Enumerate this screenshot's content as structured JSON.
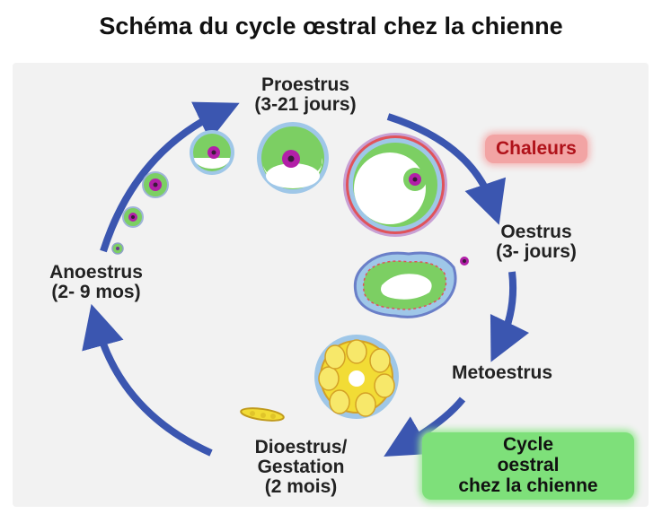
{
  "title": "Schéma du cycle œstral chez la chienne",
  "stages": {
    "proestrus": {
      "name": "Proestrus",
      "duration": "(3-21 jours)"
    },
    "oestrus": {
      "name": "Oestrus",
      "duration": "(3- jours)"
    },
    "metoestrus": {
      "name": "Metoestrus"
    },
    "dioestrus": {
      "name": "Dioestrus/",
      "name2": "Gestation",
      "duration": "(2 mois)"
    },
    "anoestrus": {
      "name": "Anoestrus",
      "duration": "(2- 9 mos)"
    }
  },
  "badges": {
    "chaleurs": "Chaleurs",
    "cycle_line1": "Cycle",
    "cycle_line2": "oestral",
    "cycle_line3": "chez la  chienne"
  },
  "colors": {
    "arrow": "#3b56b0",
    "follicle_green": "#7ccf63",
    "follicle_blue": "#9fc7e8",
    "oocyte": "#b21fa8",
    "corpus_yellow": "#f2dc35",
    "chaleurs_bg": "#f2a4a4",
    "chaleurs_text": "#b0121a",
    "cycle_bg": "#7ee07a"
  }
}
